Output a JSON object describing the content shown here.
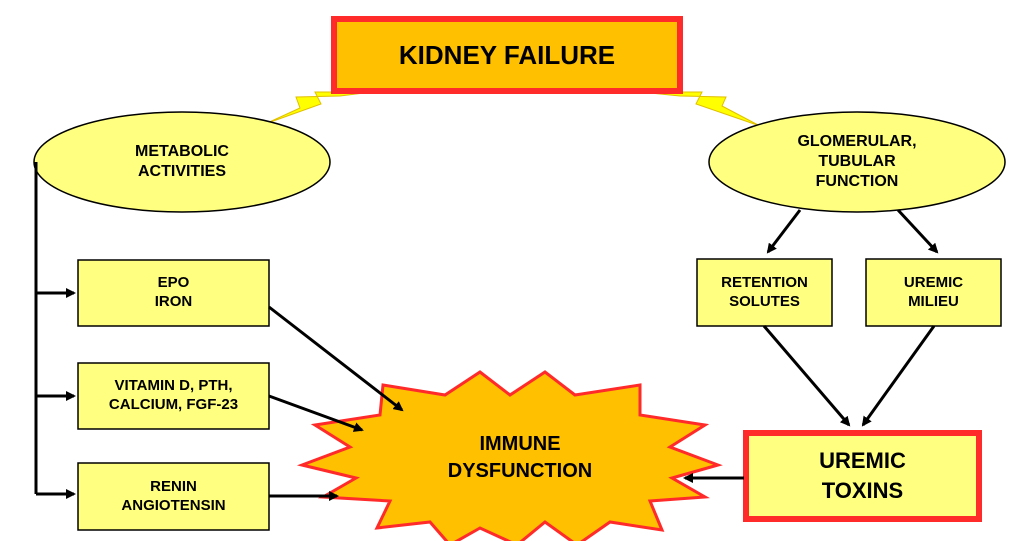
{
  "colors": {
    "box_fill": "#ffff80",
    "title_fill": "#ffc000",
    "red_border": "#ff2a2a",
    "star_fill": "#ffc000",
    "line": "#000000"
  },
  "title": {
    "text": "KIDNEY FAILURE"
  },
  "metabolic": {
    "line1": "METABOLIC",
    "line2": "ACTIVITIES"
  },
  "glomerular": {
    "line1": "GLOMERULAR,",
    "line2": "TUBULAR",
    "line3": "FUNCTION"
  },
  "epo": {
    "line1": "EPO",
    "line2": "IRON"
  },
  "vitamin": {
    "line1": "VITAMIN D, PTH,",
    "line2": "CALCIUM, FGF-23"
  },
  "renin": {
    "line1": "RENIN",
    "line2": "ANGIOTENSIN"
  },
  "retention": {
    "line1": "RETENTION",
    "line2": "SOLUTES"
  },
  "milieu": {
    "line1": "UREMIC",
    "line2": "MILIEU"
  },
  "toxins": {
    "line1": "UREMIC",
    "line2": "TOXINS"
  },
  "immune": {
    "line1": "IMMUNE",
    "line2": "DYSFUNCTION"
  }
}
